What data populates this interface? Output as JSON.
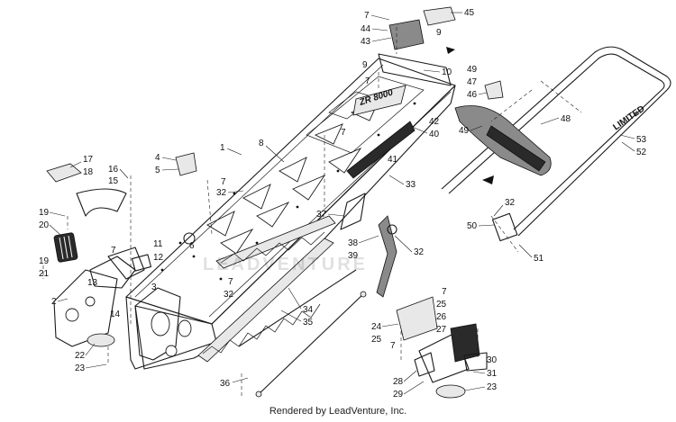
{
  "footer": {
    "text": "Rendered by LeadVenture, Inc."
  },
  "watermark": {
    "text": "LEADVENTURE"
  },
  "tunnel_decal": {
    "text": "ZR 8000"
  },
  "rail_decal": {
    "text": "LIMITED"
  },
  "callouts": [
    "1",
    "2",
    "3",
    "4",
    "5",
    "6",
    "7",
    "8",
    "9",
    "10",
    "11",
    "12",
    "13",
    "14",
    "15",
    "16",
    "17",
    "18",
    "19",
    "20",
    "21",
    "22",
    "23",
    "24",
    "25",
    "26",
    "27",
    "28",
    "29",
    "30",
    "31",
    "32",
    "33",
    "34",
    "35",
    "36",
    "37",
    "38",
    "39",
    "40",
    "41",
    "42",
    "43",
    "44",
    "45",
    "46",
    "47",
    "48",
    "49",
    "50",
    "51",
    "52",
    "53"
  ]
}
